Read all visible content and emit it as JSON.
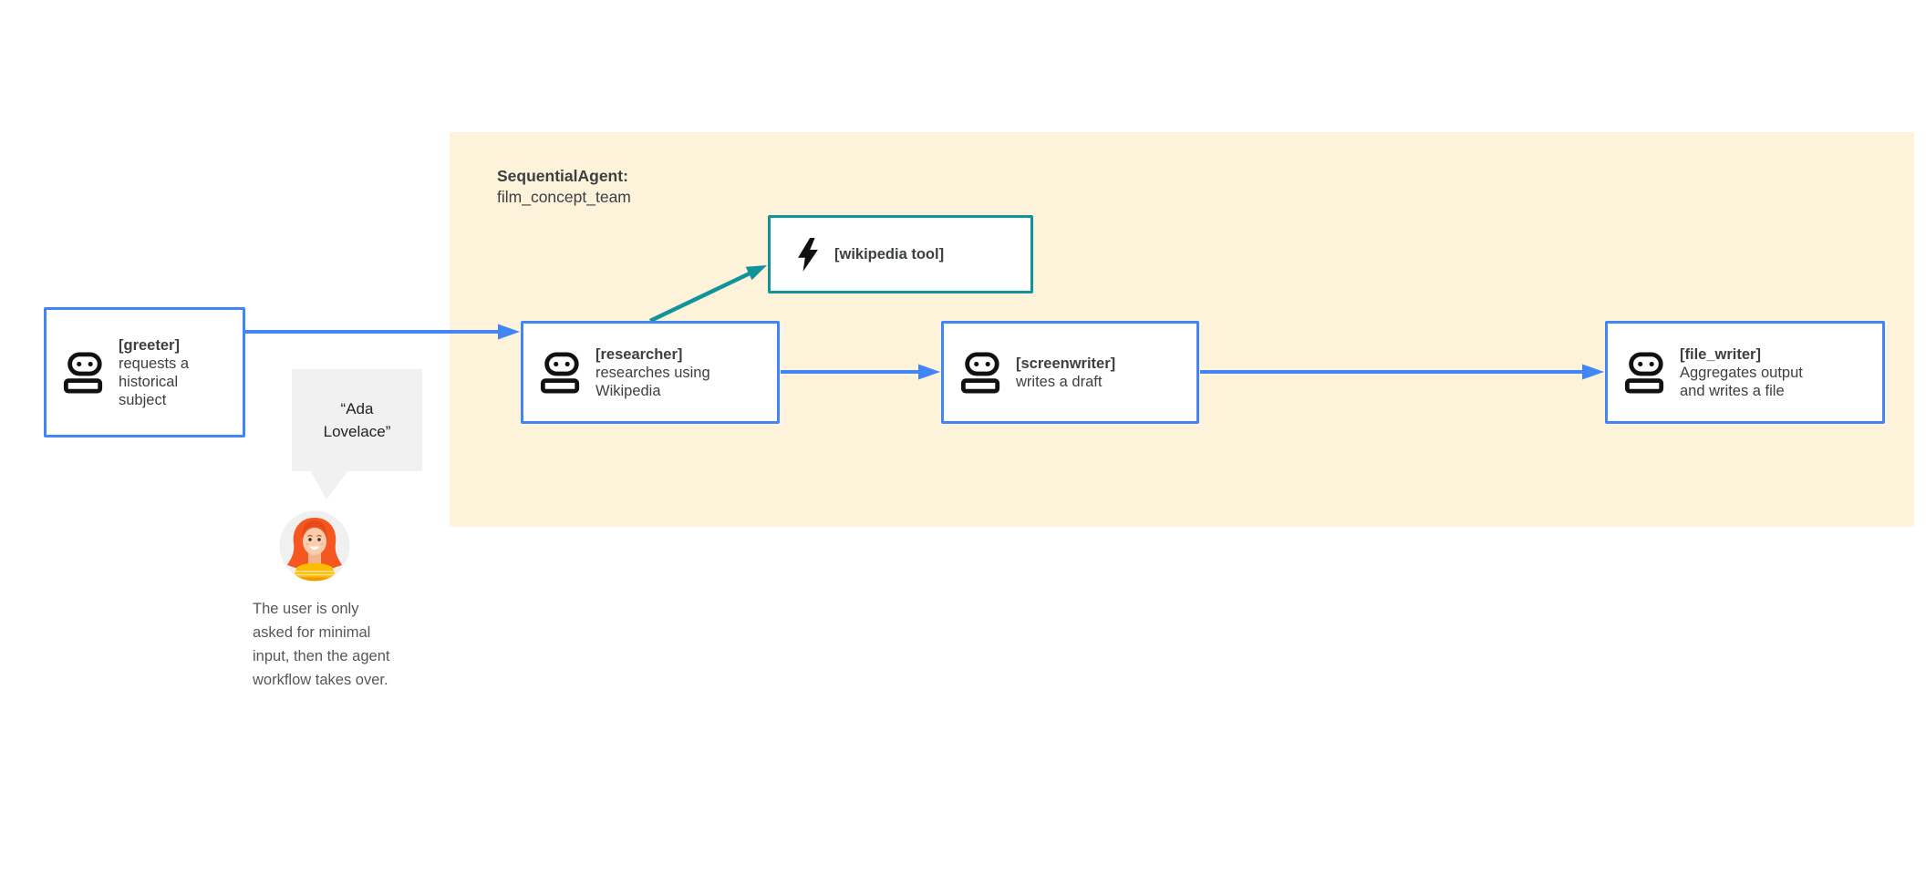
{
  "group": {
    "type_label": "SequentialAgent:",
    "name": "film_concept_team",
    "bg_color": "#FCF3DA"
  },
  "nodes": {
    "greeter": {
      "label": "[greeter]",
      "desc": "requests a historical subject",
      "icon": "robot-icon",
      "border_color": "#4285F4"
    },
    "researcher": {
      "label": "[researcher]",
      "desc": "researches using Wikipedia",
      "icon": "robot-icon",
      "border_color": "#4285F4"
    },
    "wikipedia_tool": {
      "label": "[wikipedia tool]",
      "desc": "",
      "icon": "bolt-icon",
      "border_color": "#11939B"
    },
    "screenwriter": {
      "label": "[screenwriter]",
      "desc": "writes a draft",
      "icon": "robot-icon",
      "border_color": "#4285F4"
    },
    "file_writer": {
      "label": "[file_writer]",
      "desc": "Aggregates output and writes a file",
      "icon": "robot-icon",
      "border_color": "#4285F4"
    }
  },
  "connectors": {
    "arrow_color": "#4285F4",
    "tool_arrow_color": "#11939B",
    "edges": [
      {
        "from": "greeter",
        "to": "researcher"
      },
      {
        "from": "researcher",
        "to": "wikipedia_tool"
      },
      {
        "from": "researcher",
        "to": "screenwriter"
      },
      {
        "from": "screenwriter",
        "to": "file_writer"
      }
    ]
  },
  "user_annotation": {
    "speech_bubble": "“Ada Lovelace”",
    "avatar": "user-avatar",
    "caption": "The user is only asked for minimal input, then the agent workflow takes over."
  }
}
